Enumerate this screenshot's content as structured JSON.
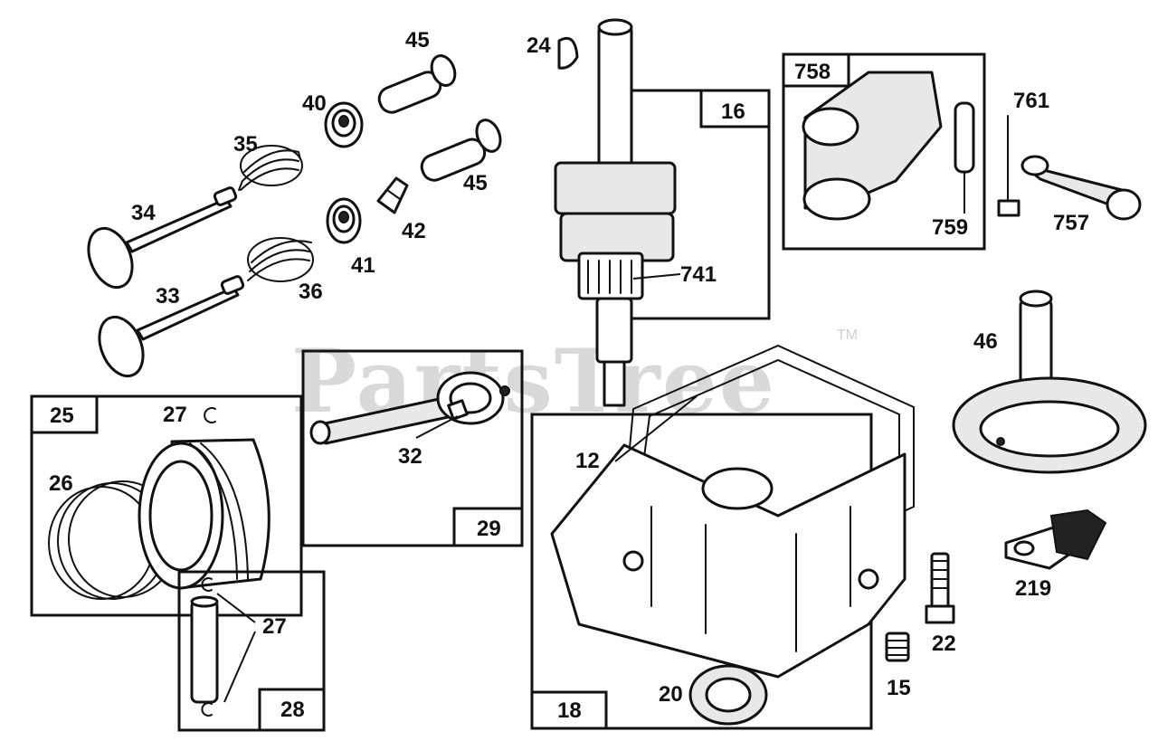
{
  "watermark": {
    "text": "PartsTree",
    "trademark": "TM"
  },
  "labels": {
    "p45a": "45",
    "p45b": "45",
    "p40": "40",
    "p35": "35",
    "p34": "34",
    "p42": "42",
    "p41": "41",
    "p33": "33",
    "p36": "36",
    "p24": "24",
    "p16": "16",
    "p741": "741",
    "p758": "758",
    "p761": "761",
    "p759": "759",
    "p757": "757",
    "p46": "46",
    "p25": "25",
    "p27a": "27",
    "p26": "26",
    "p32": "32",
    "p29": "29",
    "p12": "12",
    "p28": "28",
    "p27b": "27",
    "p18": "18",
    "p20": "20",
    "p15": "15",
    "p22": "22",
    "p219": "219"
  }
}
